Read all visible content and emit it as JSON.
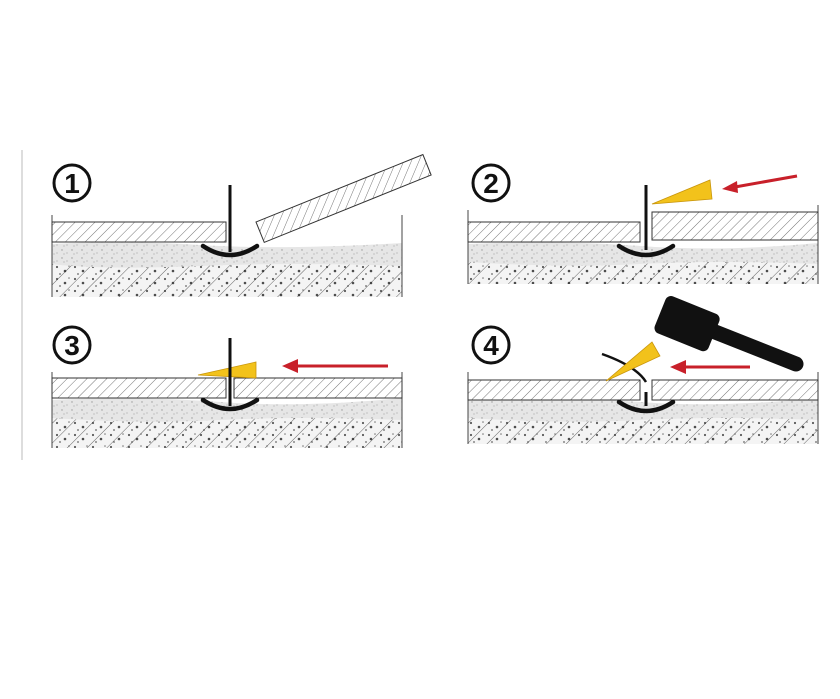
{
  "steps": [
    {
      "number": "1"
    },
    {
      "number": "2"
    },
    {
      "number": "3"
    },
    {
      "number": "4"
    }
  ],
  "colors": {
    "wedge": "#f2c21b",
    "arrow": "#c8202a",
    "outline": "#222222",
    "concrete": "#ececec",
    "screed": "#e2e2e2"
  },
  "icons": [
    "tile-leveling-clip-icon",
    "tile-icon",
    "wedge-icon",
    "arrow-icon",
    "hammer-icon"
  ]
}
